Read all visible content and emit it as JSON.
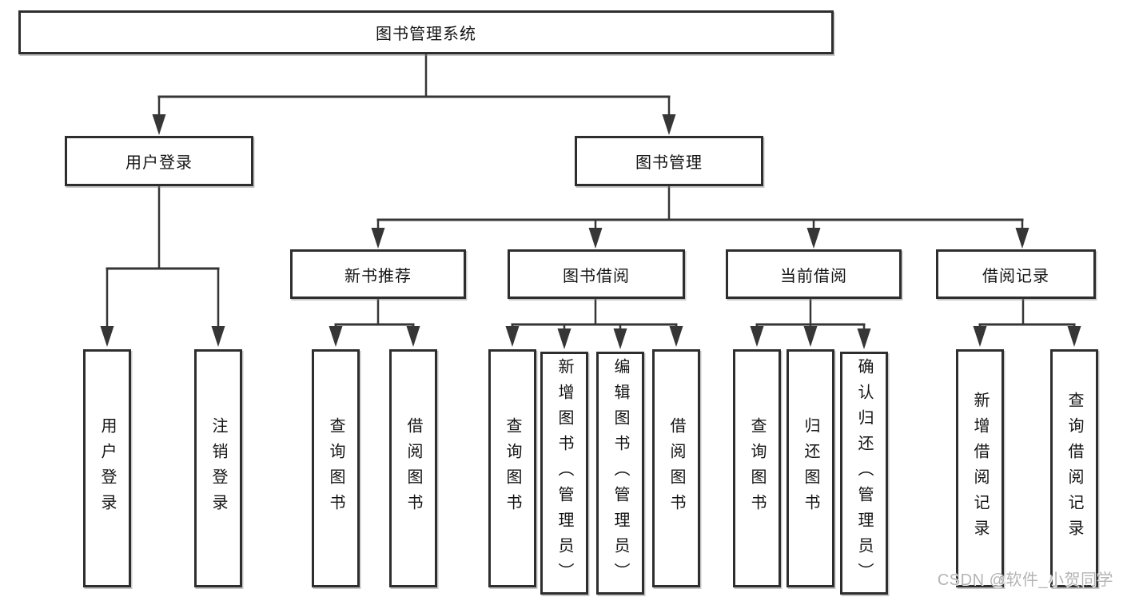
{
  "tree": {
    "root": {
      "label": "图书管理系统",
      "children": [
        {
          "label": "用户登录",
          "children": [
            {
              "label": "用户登录"
            },
            {
              "label": "注销登录"
            }
          ]
        },
        {
          "label": "图书管理",
          "children": [
            {
              "label": "新书推荐",
              "children": [
                {
                  "label": "查询图书"
                },
                {
                  "label": "借阅图书"
                }
              ]
            },
            {
              "label": "图书借阅",
              "children": [
                {
                  "label": "查询图书"
                },
                {
                  "label": "新增图书（管理员）"
                },
                {
                  "label": "编辑图书（管理员）"
                },
                {
                  "label": "借阅图书"
                }
              ]
            },
            {
              "label": "当前借阅",
              "children": [
                {
                  "label": "查询图书"
                },
                {
                  "label": "归还图书"
                },
                {
                  "label": "确认归还（管理员）"
                }
              ]
            },
            {
              "label": "借阅记录",
              "children": [
                {
                  "label": "新增借阅记录"
                },
                {
                  "label": "查询借阅记录"
                }
              ]
            }
          ]
        }
      ]
    }
  },
  "watermark": {
    "text": "CSDN @软件_小贺同学",
    "color": "#b4b4b4"
  },
  "colors": {
    "line": "#363636",
    "box_border": "#2e2e2e",
    "box_fill": "#ffffff",
    "text": "#141414",
    "background": "#ffffff"
  }
}
